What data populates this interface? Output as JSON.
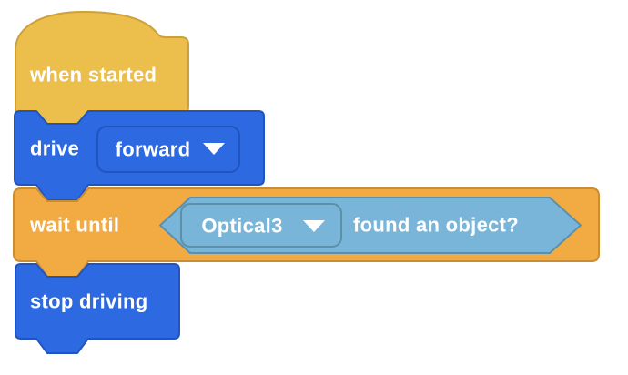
{
  "workspace": {
    "background_color": "#ffffff"
  },
  "blocks": {
    "when_started": {
      "label": "when started",
      "type": "hat",
      "color": "#ECBE4B",
      "border_color": "#CFA039"
    },
    "drive": {
      "label": "drive",
      "type": "stack",
      "color": "#2D69E0",
      "border_color": "#2254C0",
      "direction_dropdown": {
        "value": "forward",
        "icon": "dropdown-arrow",
        "border_color": "#2254C0",
        "fill_color": "#2D69E0"
      }
    },
    "wait_until": {
      "label": "wait until",
      "type": "stack",
      "color": "#F2AB43",
      "border_color": "#C98E33",
      "condition": {
        "label": "found an object?",
        "type": "boolean-hexagon",
        "color": "#79B5D8",
        "border_color": "#5E8FA9",
        "sensor_dropdown": {
          "value": "Optical3",
          "icon": "dropdown-arrow",
          "border_color": "#5E8FA9",
          "fill_color": "#79B5D8"
        }
      }
    },
    "stop_driving": {
      "label": "stop driving",
      "type": "stack",
      "color": "#2D69E0",
      "border_color": "#2254C0"
    }
  }
}
